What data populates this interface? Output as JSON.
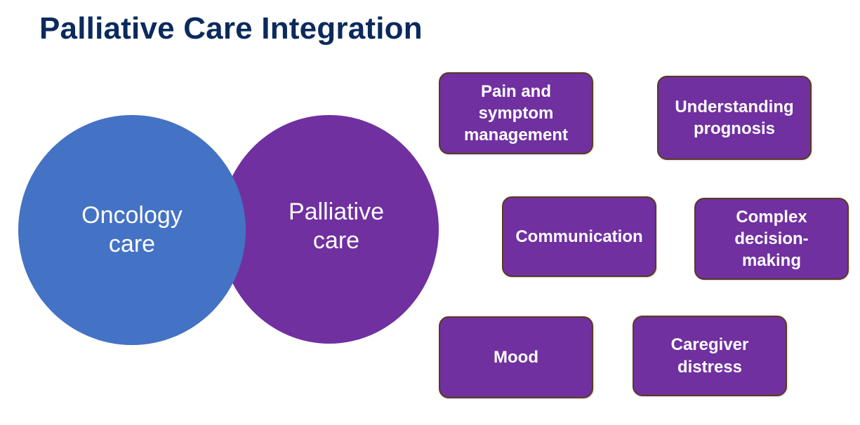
{
  "title": "Palliative Care Integration",
  "colors": {
    "title": "#0b2a5c",
    "oncology": "#4472c4",
    "palliative": "#7030a0",
    "box_fill": "#7030a0",
    "box_border": "#5a3a20",
    "text_on_shape": "#ffffff"
  },
  "circles": {
    "oncology": "Oncology\ncare",
    "palliative": "Palliative\ncare"
  },
  "domains": {
    "pain": "Pain and\nsymptom\nmanagement",
    "prognosis": "Understanding\nprognosis",
    "communication": "Communication",
    "decision": "Complex\ndecision-\nmaking",
    "mood": "Mood",
    "caregiver": "Caregiver\ndistress"
  }
}
